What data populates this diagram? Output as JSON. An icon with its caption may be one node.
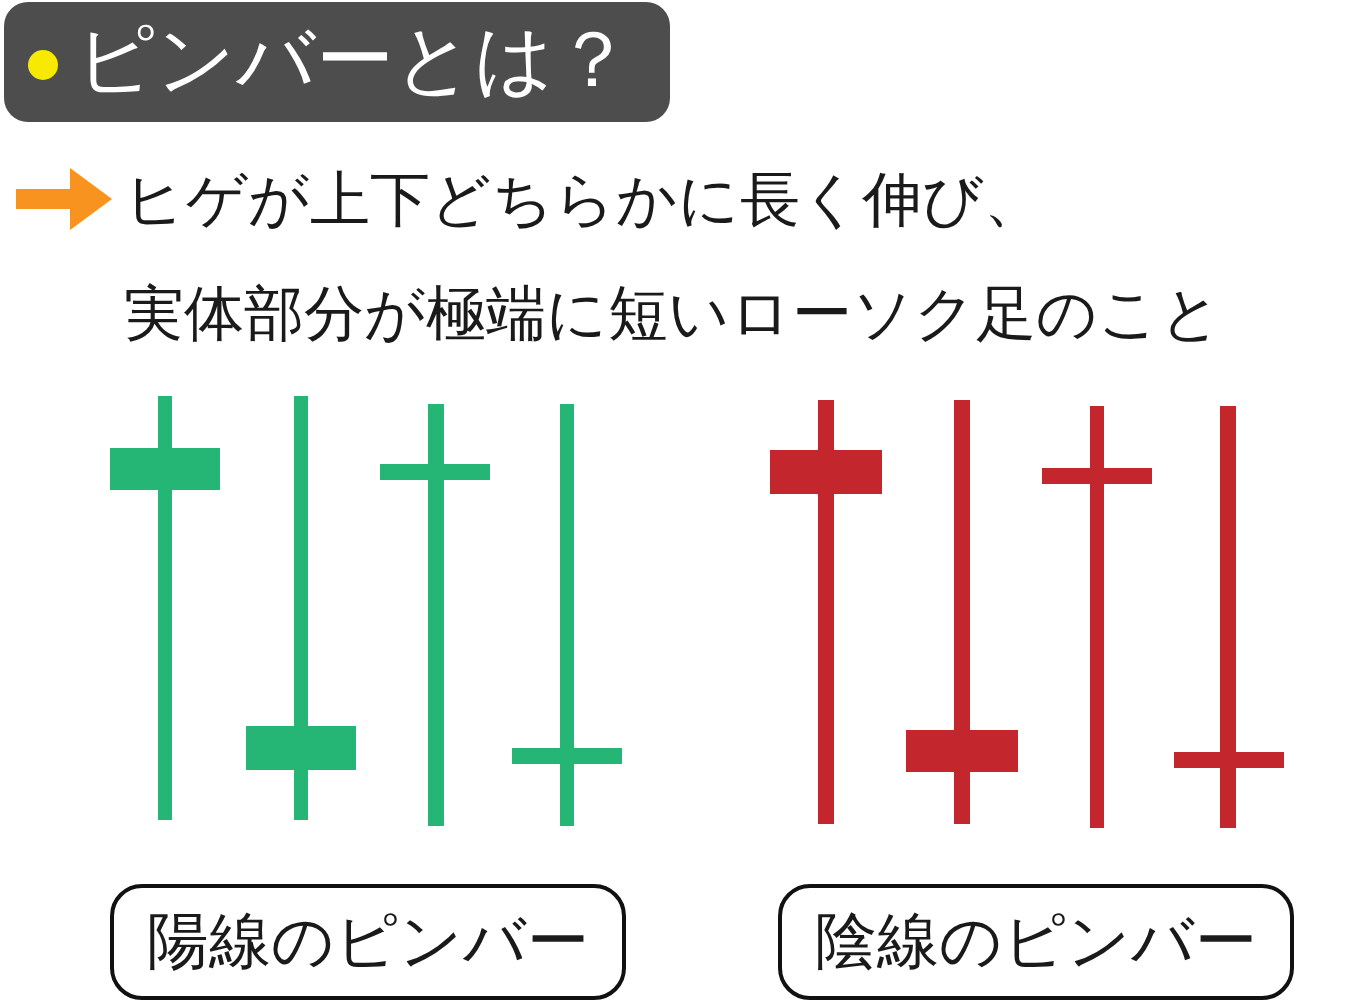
{
  "diagram": {
    "title": "ピンバーとは？",
    "nodes": [
      {
        "text": [
          "陽線のピンバー"
        ]
      },
      {
        "text": [
          "陰線のピンバー"
        ]
      }
    ],
    "labels": [
      "ヒゲが上下どちらかに長く伸び、実体部分が極端に短いローソク足のこと"
    ]
  }
}
